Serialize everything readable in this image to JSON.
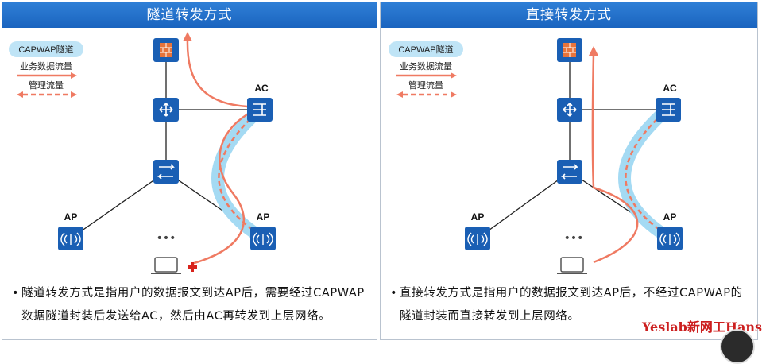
{
  "left": {
    "title": "隧道转发方式",
    "legend": {
      "tunnel": "CAPWAP隧道",
      "service": "业务数据流量",
      "mgmt": "管理流量"
    },
    "labels": {
      "ac": "AC",
      "ap1": "AP",
      "ap2": "AP"
    },
    "description": "隧道转发方式是指用户的数据报文到达AP后，需要经过CAPWAP数据隧道封装后发送给AC，然后由AC再转发到上层网络。"
  },
  "right": {
    "title": "直接转发方式",
    "legend": {
      "tunnel": "CAPWAP隧道",
      "service": "业务数据流量",
      "mgmt": "管理流量"
    },
    "labels": {
      "ac": "AC",
      "ap1": "AP",
      "ap2": "AP"
    },
    "description": "直接转发方式是指用户的数据报文到达AP后，不经过CAPWAP的隧道封装而直接转发到上层网络。"
  },
  "bullet": "•",
  "ellipsis": "•••",
  "watermark": "Yeslab新网工Hans",
  "colors": {
    "title_bg": "#1f6fcb",
    "icon": "#1a5fb4",
    "tunnel": "#9fd8f2",
    "flow": "#ef7a62"
  }
}
